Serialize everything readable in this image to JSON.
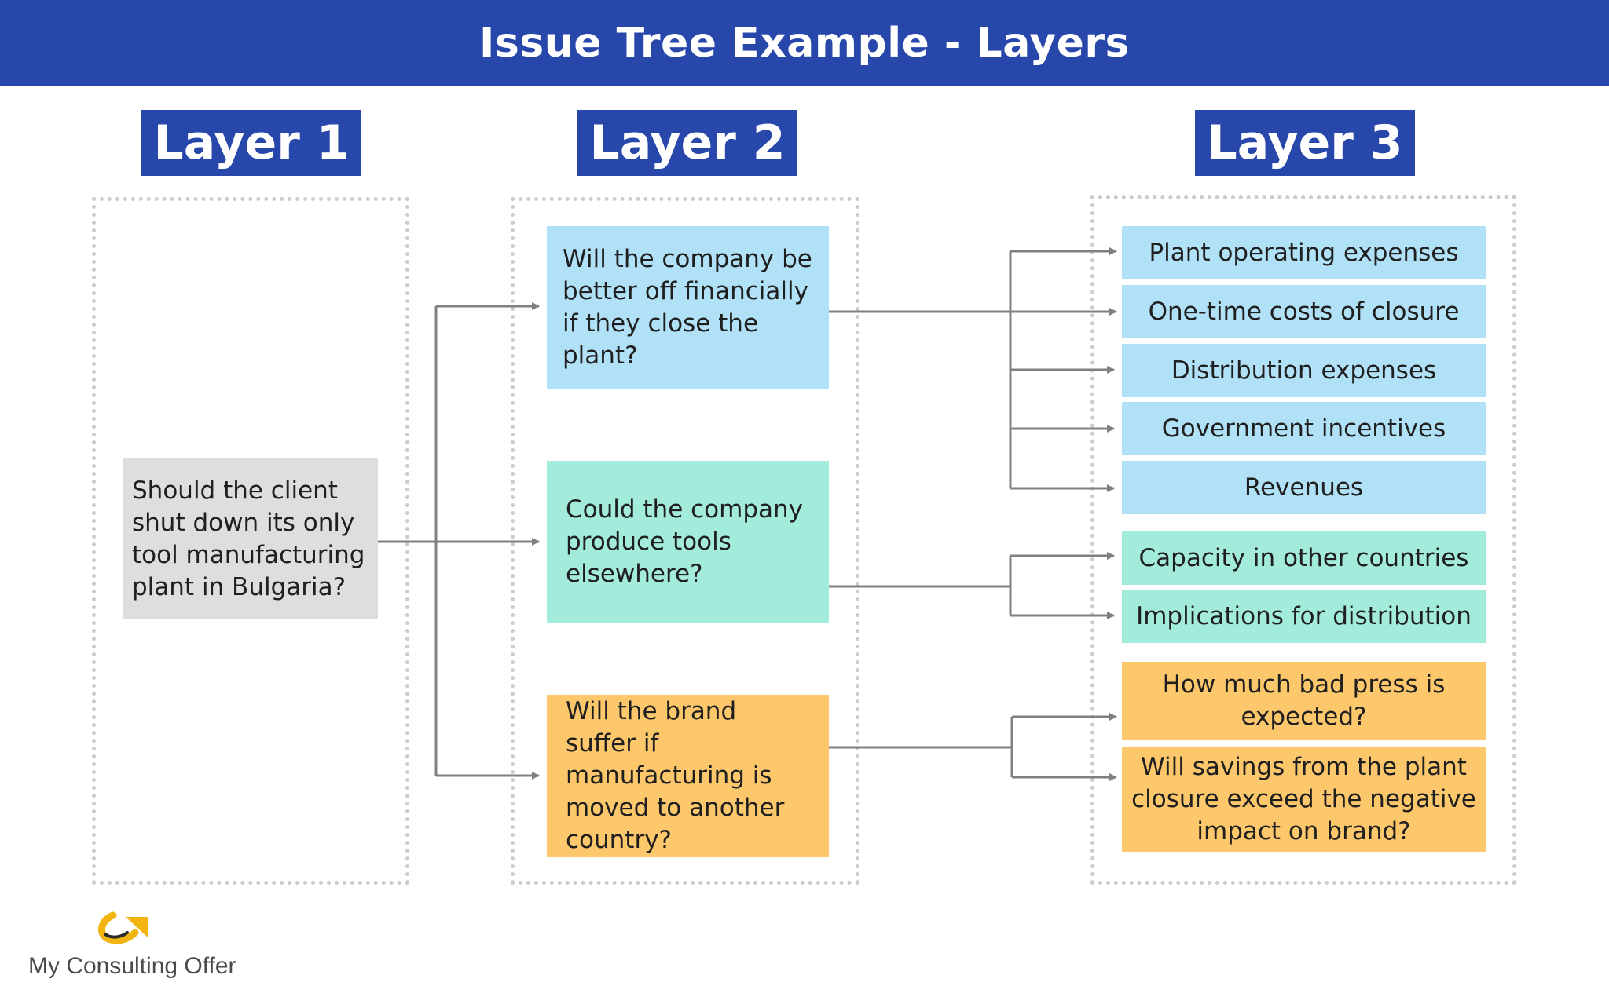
{
  "header": {
    "title": "Issue Tree Example - Layers"
  },
  "layers": [
    "Layer 1",
    "Layer 2",
    "Layer 3"
  ],
  "layer1": {
    "root": "Should the client shut down its only tool manufacturing plant in Bulgaria?"
  },
  "layer2": {
    "financial": "Will the company be better off financially if they close the plant?",
    "elsewhere": "Could the company produce tools elsewhere?",
    "brand": "Will the brand suffer if manufacturing is moved to another country?"
  },
  "layer3": {
    "financial_items": [
      "Plant operating expenses",
      "One-time costs of closure",
      "Distribution expenses",
      "Government incentives",
      "Revenues"
    ],
    "elsewhere_items": [
      "Capacity in other countries",
      "Implications for distribution"
    ],
    "brand_items": [
      "How much bad press is expected?",
      "Will savings from the plant closure exceed the negative impact on brand?"
    ]
  },
  "colors": {
    "header": "#2747ab",
    "root": "#dedede",
    "financial": "#b1e1f7",
    "elsewhere": "#a3ebdb",
    "brand": "#fdc76b",
    "connector": "#808080"
  },
  "logo": {
    "text": "My Consulting Offer",
    "mark": "arrow-swoosh-logo-icon"
  }
}
